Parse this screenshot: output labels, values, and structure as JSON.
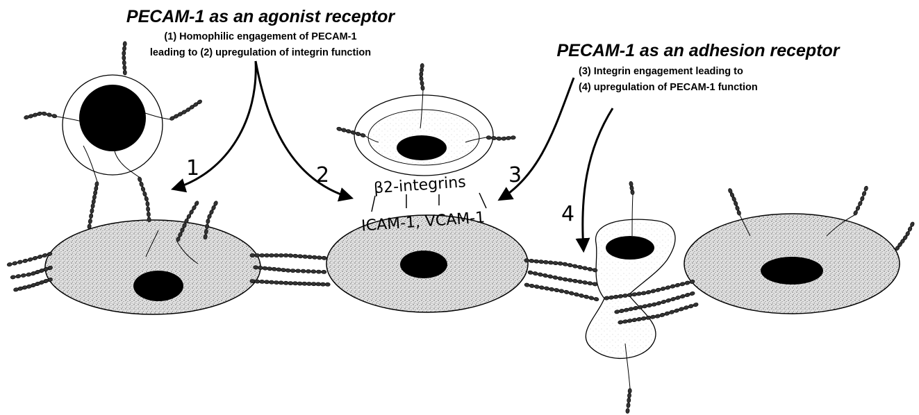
{
  "headings": {
    "agonist": {
      "title": "PECAM-1 as an agonist receptor",
      "line1": "(1) Homophilic engagement of PECAM-1",
      "line2": "leading to (2) upregulation of integrin function"
    },
    "adhesion": {
      "title": "PECAM-1 as an adhesion receptor",
      "line1": "(3) Integrin engagement leading to",
      "line2": "(4) upregulation of PECAM-1 function"
    }
  },
  "steps": {
    "s1": "1",
    "s2": "2",
    "s3": "3",
    "s4": "4"
  },
  "molecules": {
    "integrins": "β2-integrins",
    "ligands": "ICAM-1, VCAM-1"
  },
  "icons": {
    "stipple": "endothelial-cell-texture",
    "chain": "pecam-1-bead-chain"
  }
}
